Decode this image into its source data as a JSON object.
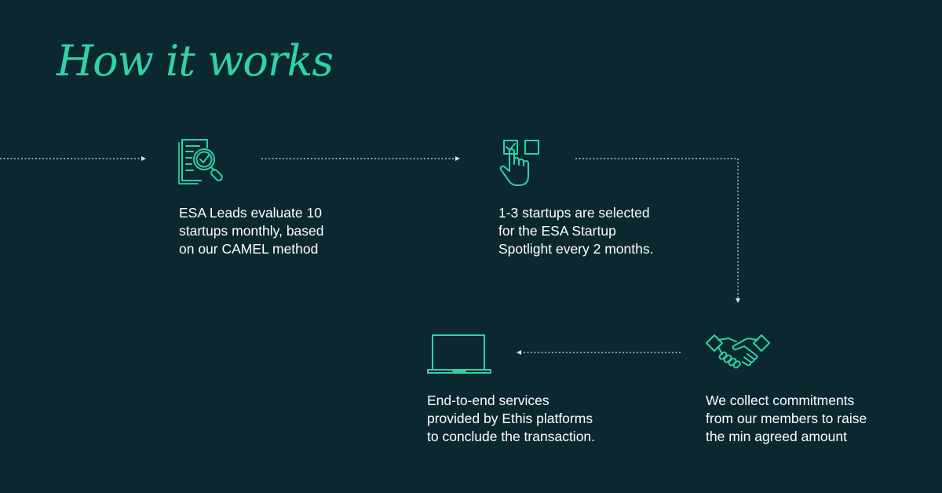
{
  "heading": "How it works",
  "accent_color": "#2fd3a6",
  "background_color": "#0b2730",
  "steps": [
    {
      "icon": "document-magnifier-check-icon",
      "lines": [
        "ESA Leads evaluate 10",
        "startups monthly, based",
        "on our CAMEL method"
      ]
    },
    {
      "icon": "checkbox-select-hand-icon",
      "lines": [
        "1-3 startups are selected",
        "for the ESA Startup",
        "Spotlight every 2 months."
      ]
    },
    {
      "icon": "handshake-icon",
      "lines": [
        "We collect commitments",
        "from our members to raise",
        "the min agreed amount"
      ]
    },
    {
      "icon": "laptop-icon",
      "lines": [
        "End-to-end services",
        "provided by Ethis platforms",
        "to conclude the transaction."
      ]
    }
  ]
}
